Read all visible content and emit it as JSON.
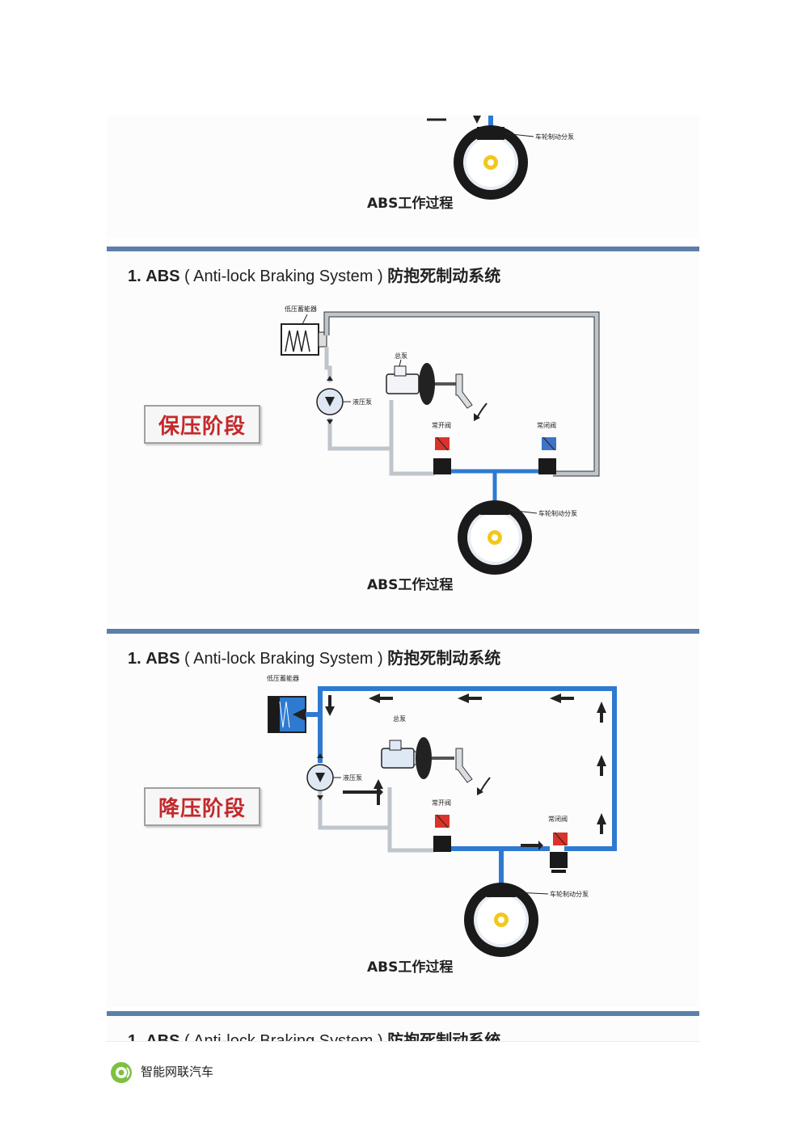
{
  "slide_title": {
    "number": "1.",
    "abbr": "ABS",
    "full": "( Anti-lock Braking System )",
    "chinese": "防抱死制动系统"
  },
  "caption": "ABS工作过程",
  "labels": {
    "low_pressure_accumulator": "低压蓄能器",
    "master_cylinder": "总泵",
    "pump": "液压泵",
    "normally_open_valve": "常开阀",
    "normally_closed_valve": "常闭阀",
    "wheel_cylinder": "车轮制动分泵"
  },
  "stages": {
    "hold": "保压阶段",
    "release": "降压阶段"
  },
  "footer": {
    "brand": "智能网联汽车"
  },
  "colors": {
    "brake_fluid_blue": "#2e7ad1",
    "title_bar": "#5b7fa8",
    "stage_text": "#c4282b",
    "valve_red": "#d9342b",
    "valve_blue": "#3d74c6",
    "footer_logo_green": "#7cc142"
  }
}
